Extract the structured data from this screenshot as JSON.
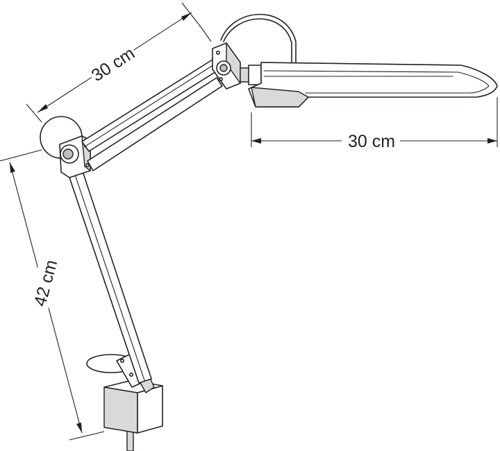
{
  "dimensions": {
    "upper_arm_length": "30 cm",
    "lamp_head_length": "30 cm",
    "lower_arm_height": "42 cm"
  }
}
